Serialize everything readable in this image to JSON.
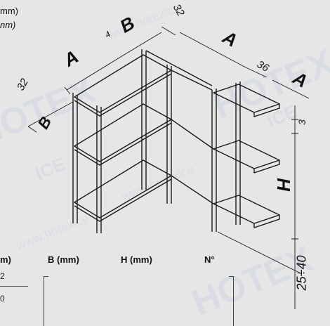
{
  "watermark": {
    "text_url": "www.hotexice",
    "text_brand": "HOTEX",
    "text_sub": "ICE"
  },
  "header": {
    "line1": "mm)",
    "line2": "nm)"
  },
  "dims": {
    "A": "A",
    "B": "B",
    "H": "H",
    "d32": "32",
    "d4": "4",
    "d36": "36",
    "d3": "3",
    "d25_40": "25÷40"
  },
  "table": {
    "headers": [
      "m)",
      "B (mm)",
      "H (mm)",
      "N°"
    ],
    "rows": [
      "2",
      "0"
    ]
  }
}
